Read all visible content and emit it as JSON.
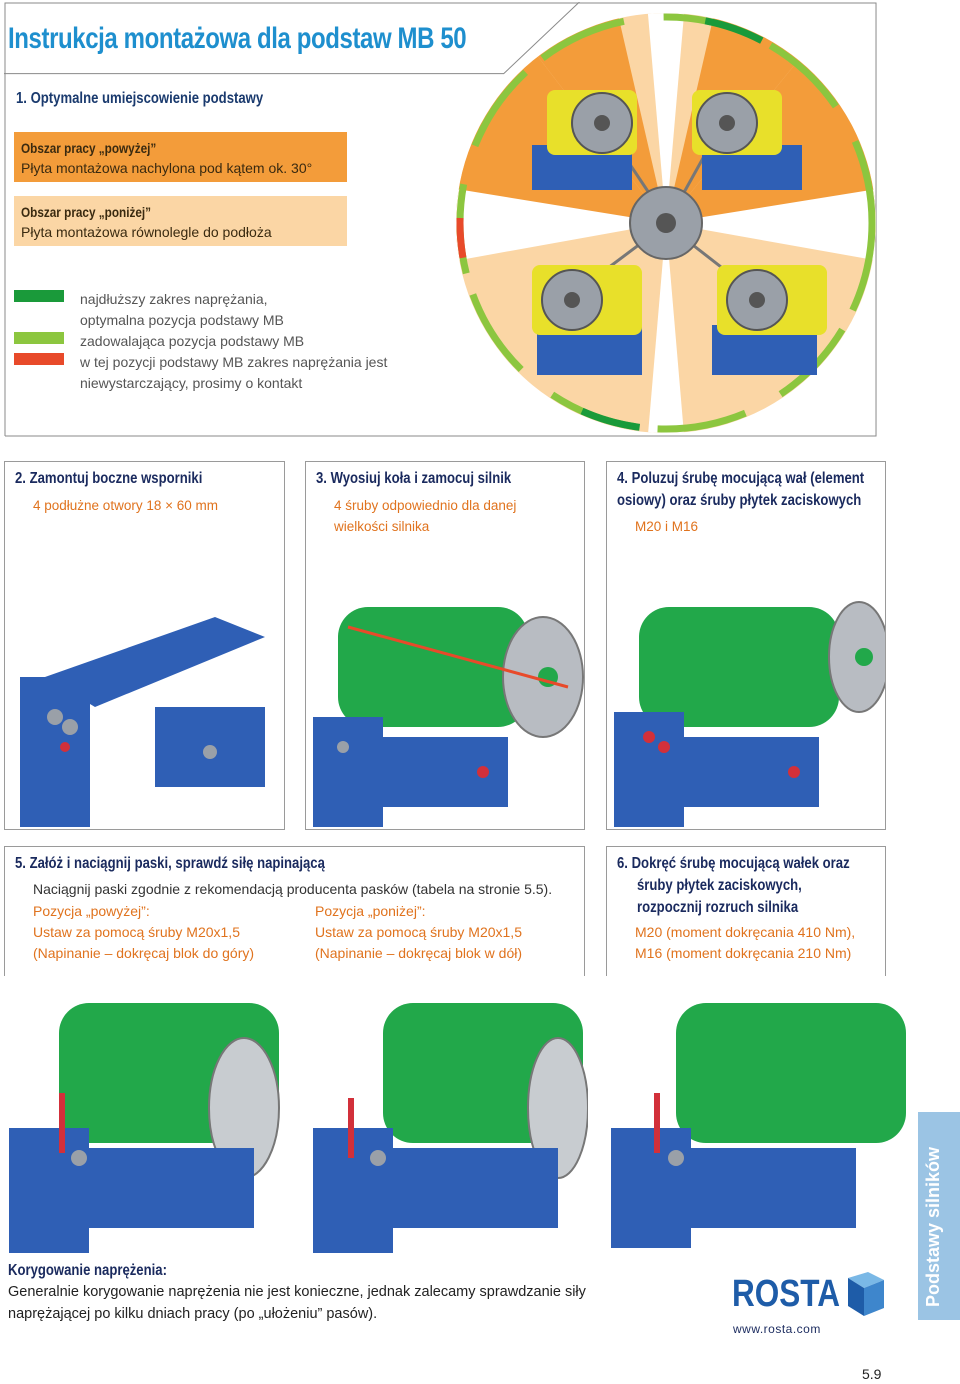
{
  "title": "Instrukcja montażowa dla podstaw MB 50",
  "section1": {
    "heading": "1. Optymalne umiejscowienie podstawy",
    "zone_above": {
      "title": "Obszar pracy „powyżej”",
      "text": "Płyta montażowa nachylona pod kątem ok. 30°"
    },
    "zone_below": {
      "title": "Obszar pracy „poniżej”",
      "text": "Płyta montażowa równolegle do podłoża"
    },
    "legend": [
      {
        "color": "#1a9a3a",
        "text": "najdłuższy zakres naprężania, optymalna pozycja podstawy MB"
      },
      {
        "color": "#8cc63f",
        "text": "zadowalająca pozycja podstawy MB"
      },
      {
        "color": "#e84a2a",
        "text": "w tej pozycji podstawy MB zakres naprężania jest niewystarczający, prosimy o kontakt"
      }
    ],
    "legend_lines": [
      "najdłuższy zakres naprężania,",
      "optymalna pozycja podstawy MB",
      "zadowalająca pozycja podstawy MB",
      "w tej pozycji podstawy MB zakres naprężania jest",
      "niewystarczający, prosimy o kontakt"
    ]
  },
  "colors": {
    "orange": "#f39c3a",
    "light_orange": "#fbd6a5",
    "motor_green": "#22a84a",
    "base_blue": "#2f5fb5",
    "brand_blue": "#1e8fce",
    "rail_blue": "#9bc4e4"
  },
  "step2": {
    "heading": "2. Zamontuj boczne wsporniki",
    "sub": "4 podłużne otwory 18 × 60 mm"
  },
  "step3": {
    "heading": "3. Wyosiuj koła i zamocuj silnik",
    "sub1": "4 śruby odpowiednio dla danej",
    "sub2": "wielkości silnika"
  },
  "step4": {
    "heading1": "4. Poluzuj śrubę mocującą wał (element",
    "heading2": "osiowy) oraz śruby płytek zaciskowych",
    "sub": "M20 i M16"
  },
  "step5": {
    "heading": "5. Załóż i naciągnij paski, sprawdź siłę napinającą",
    "text": "Naciągnij paski zgodnie z rekomendacją producenta pasków (tabela na stronie 5.5).",
    "above_label": "Pozycja „powyżej”:",
    "above_line1": "Ustaw za pomocą śruby M20x1,5",
    "above_line2": "(Napinanie – dokręcaj blok do góry)",
    "below_label": "Pozycja „poniżej”:",
    "below_line1": "Ustaw za pomocą śruby M20x1,5",
    "below_line2": "(Napinanie – dokręcaj blok w dół)"
  },
  "step6": {
    "heading1": "6. Dokręć śrubę mocującą wałek oraz",
    "heading2": "śruby płytek zaciskowych,",
    "heading3": "rozpocznij rozruch silnika",
    "line1": "M20 (moment dokręcania 410 Nm),",
    "line2": "M16 (moment dokręcania 210 Nm)"
  },
  "correction": {
    "title": "Korygowanie naprężenia:",
    "text": "Generalnie korygowanie naprężenia nie jest konieczne, jednak zalecamy sprawdzanie siły naprężającej po kilku dniach pracy (po „ułożeniu” pasów)."
  },
  "side_tab": "Podstawy silników",
  "brand": {
    "name": "ROSTA",
    "url": "www.rosta.com"
  },
  "page_number": "5.9"
}
